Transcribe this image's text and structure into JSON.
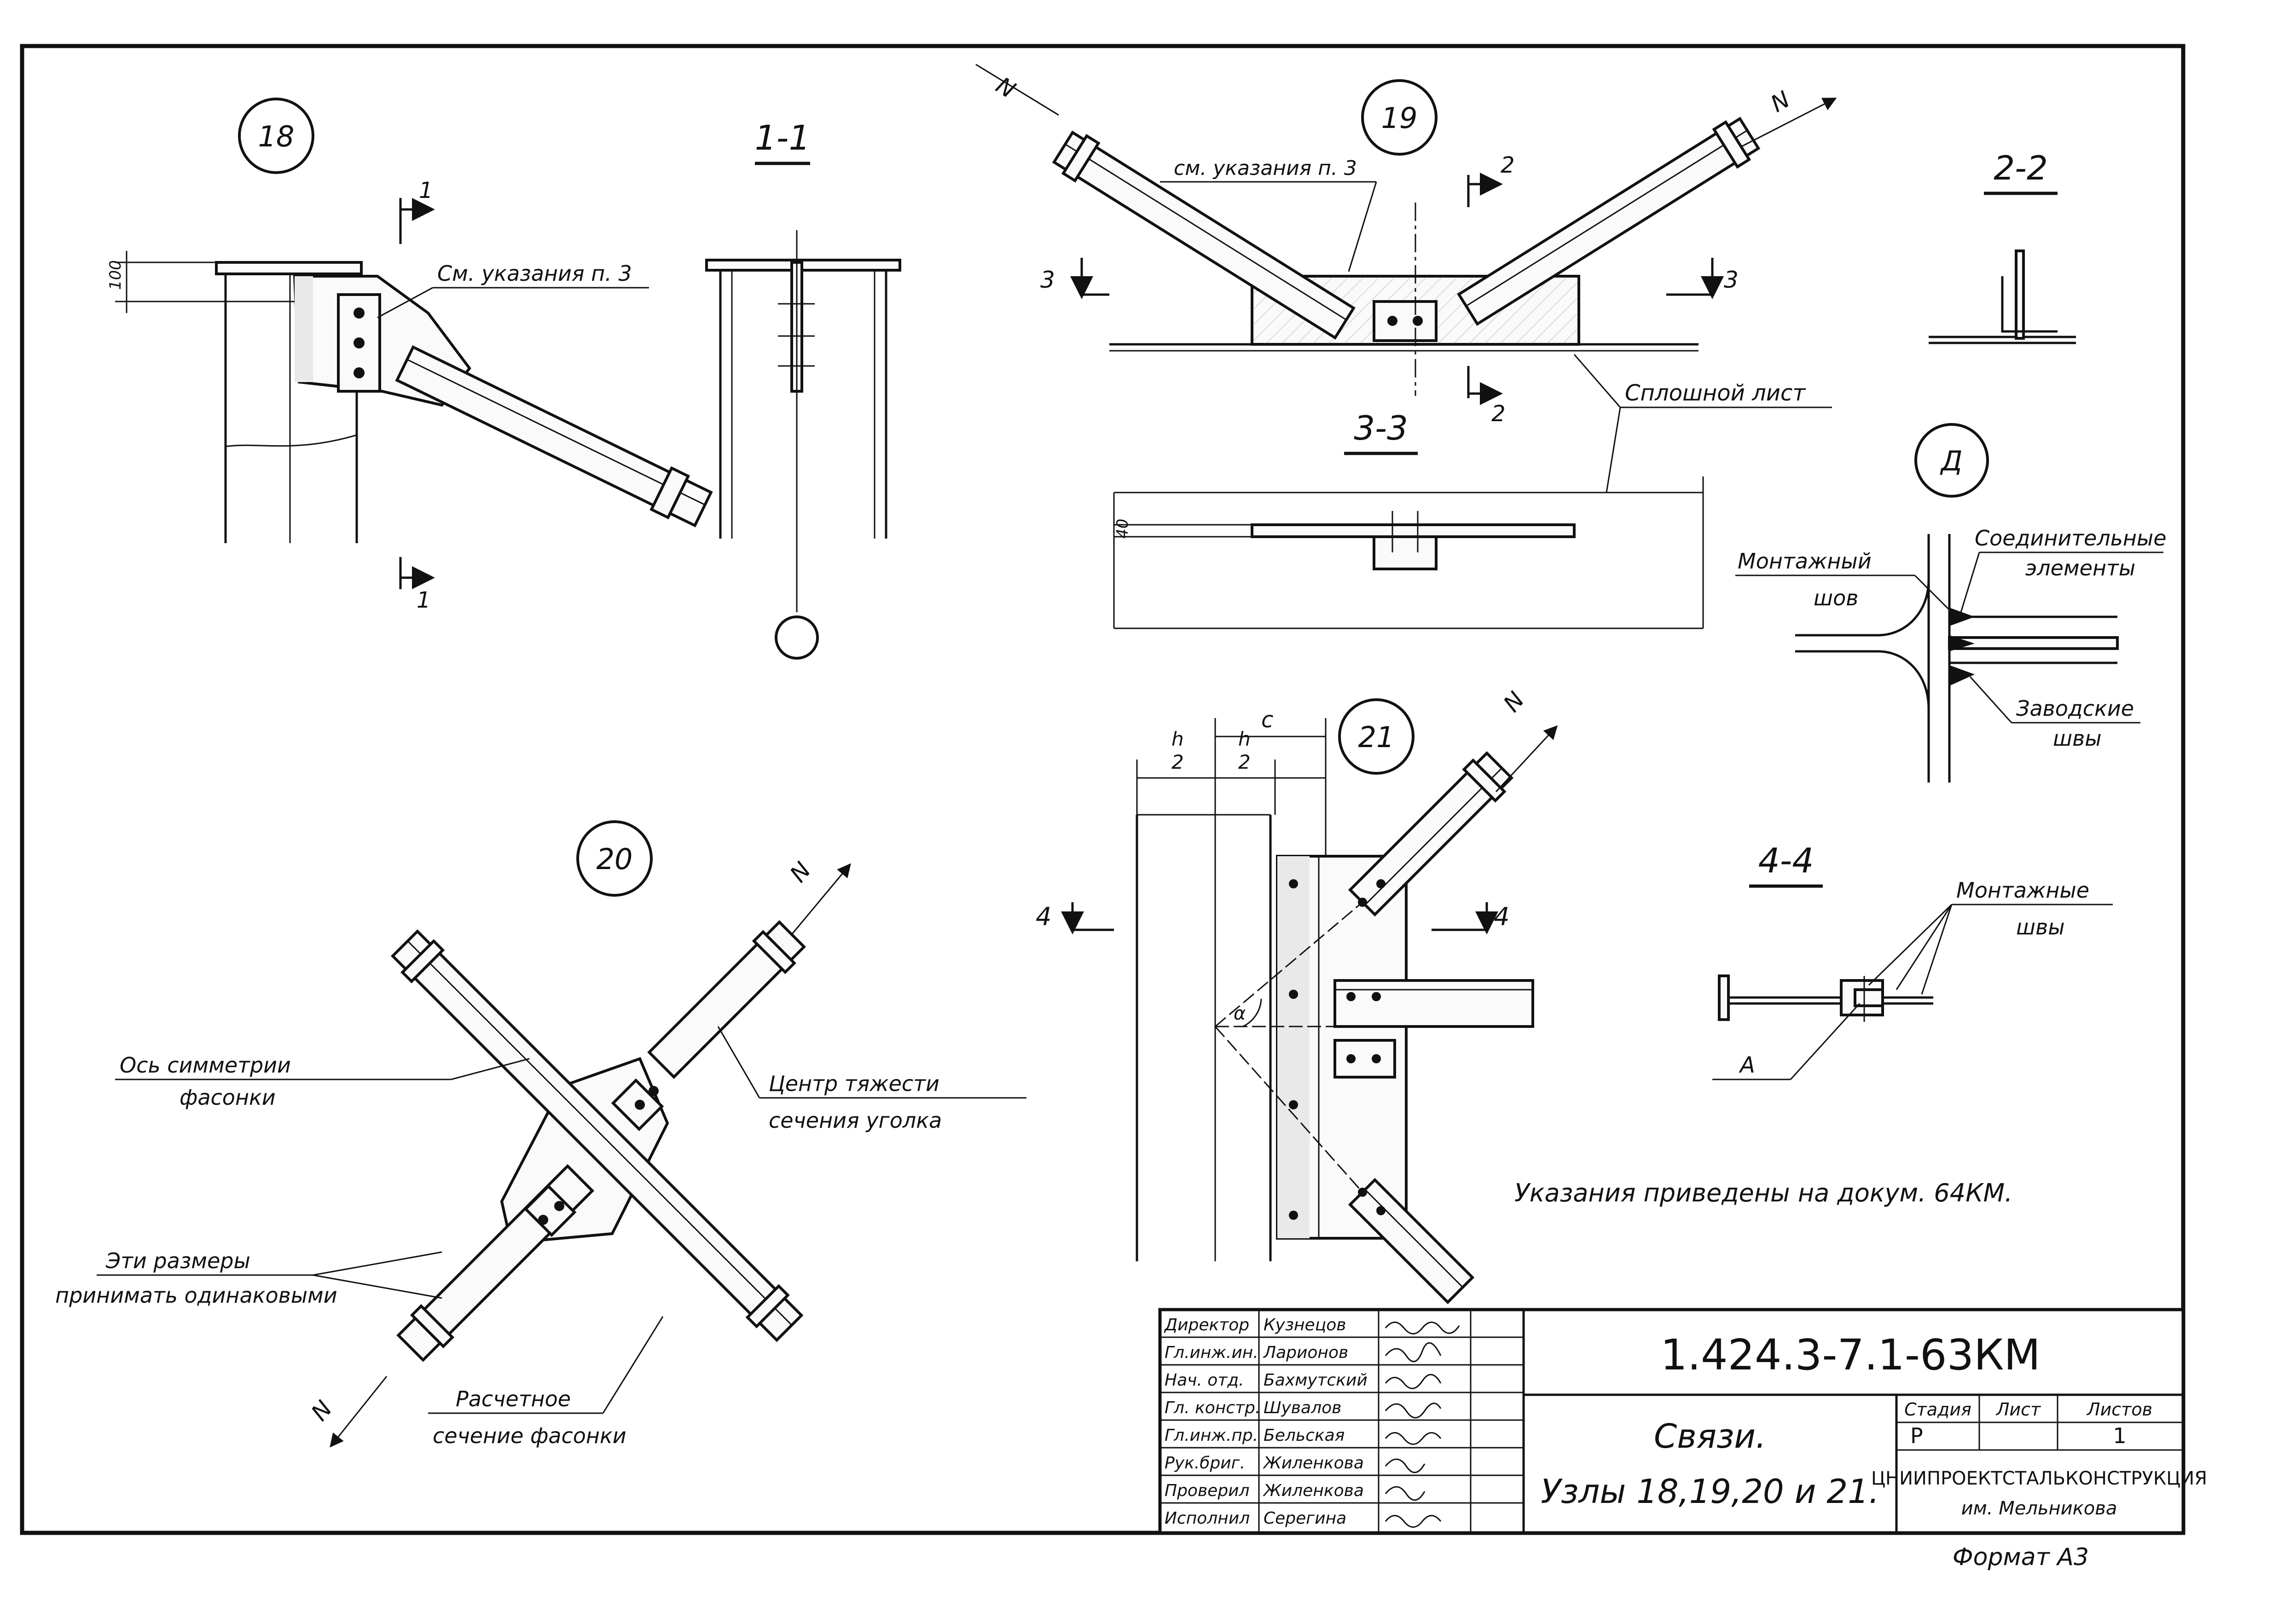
{
  "nodes": {
    "n18": "18",
    "n19": "19",
    "n20": "20",
    "n21": "21",
    "nA": "Д"
  },
  "sections": {
    "s11": "1-1",
    "s22": "2-2",
    "s33": "3-3",
    "s44": "4-4"
  },
  "marks": {
    "m1": "1",
    "m2": "2",
    "m3": "3",
    "m4": "4",
    "mA": "А",
    "mN": "N"
  },
  "dims": {
    "d100": "100",
    "d40": "40",
    "dc": "c",
    "dh": "h",
    "d2": "2",
    "dalpha": "α"
  },
  "labels": {
    "see_note_18": "См. указания п. 3",
    "see_note_19": "см. указания п. 3",
    "solid_sheet": "Сплошной лист",
    "connecting_1": "Соединительные",
    "connecting_2": "элементы",
    "mounting_seam_1": "Монтажный",
    "mounting_seam_2": "шов",
    "factory_1": "Заводские",
    "factory_2": "швы",
    "mounting_seams_1": "Монтажные",
    "mounting_seams_2": "швы",
    "axis_sym_1": "Ось симметрии",
    "axis_sym_2": "фасонки",
    "centroid_1": "Центр тяжести",
    "centroid_2": "сечения уголка",
    "same_dims_1": "Эти размеры",
    "same_dims_2": "принимать одинаковыми",
    "design_sec_1": "Расчетное",
    "design_sec_2": "сечение фасонки",
    "notes": "Указания приведены на докум. 64КМ.",
    "format": "Формат А3"
  },
  "title_block": {
    "doc_code": "1.424.3-7.1-63КМ",
    "title_1": "Связи.",
    "title_2": "Узлы 18,19,20 и 21.",
    "stage_hdr": "Стадия",
    "sheet_hdr": "Лист",
    "sheets_hdr": "Листов",
    "stage": "Р",
    "sheet": "",
    "sheets": "1",
    "org_1": "ЦНИИПРОЕКТСТАЛЬКОНСТРУКЦИЯ",
    "org_2": "им. Мельникова",
    "staff": [
      {
        "role": "Директор",
        "name": "Кузнецов"
      },
      {
        "role": "Гл.инж.ин.",
        "name": "Ларионов"
      },
      {
        "role": "Нач. отд.",
        "name": "Бахмутский"
      },
      {
        "role": "Гл. констр.",
        "name": "Шувалов"
      },
      {
        "role": "Гл.инж.пр.",
        "name": "Бельская"
      },
      {
        "role": "Рук.бриг.",
        "name": "Жиленкова"
      },
      {
        "role": "Проверил",
        "name": "Жиленкова"
      },
      {
        "role": "Исполнил",
        "name": "Серегина"
      }
    ]
  }
}
